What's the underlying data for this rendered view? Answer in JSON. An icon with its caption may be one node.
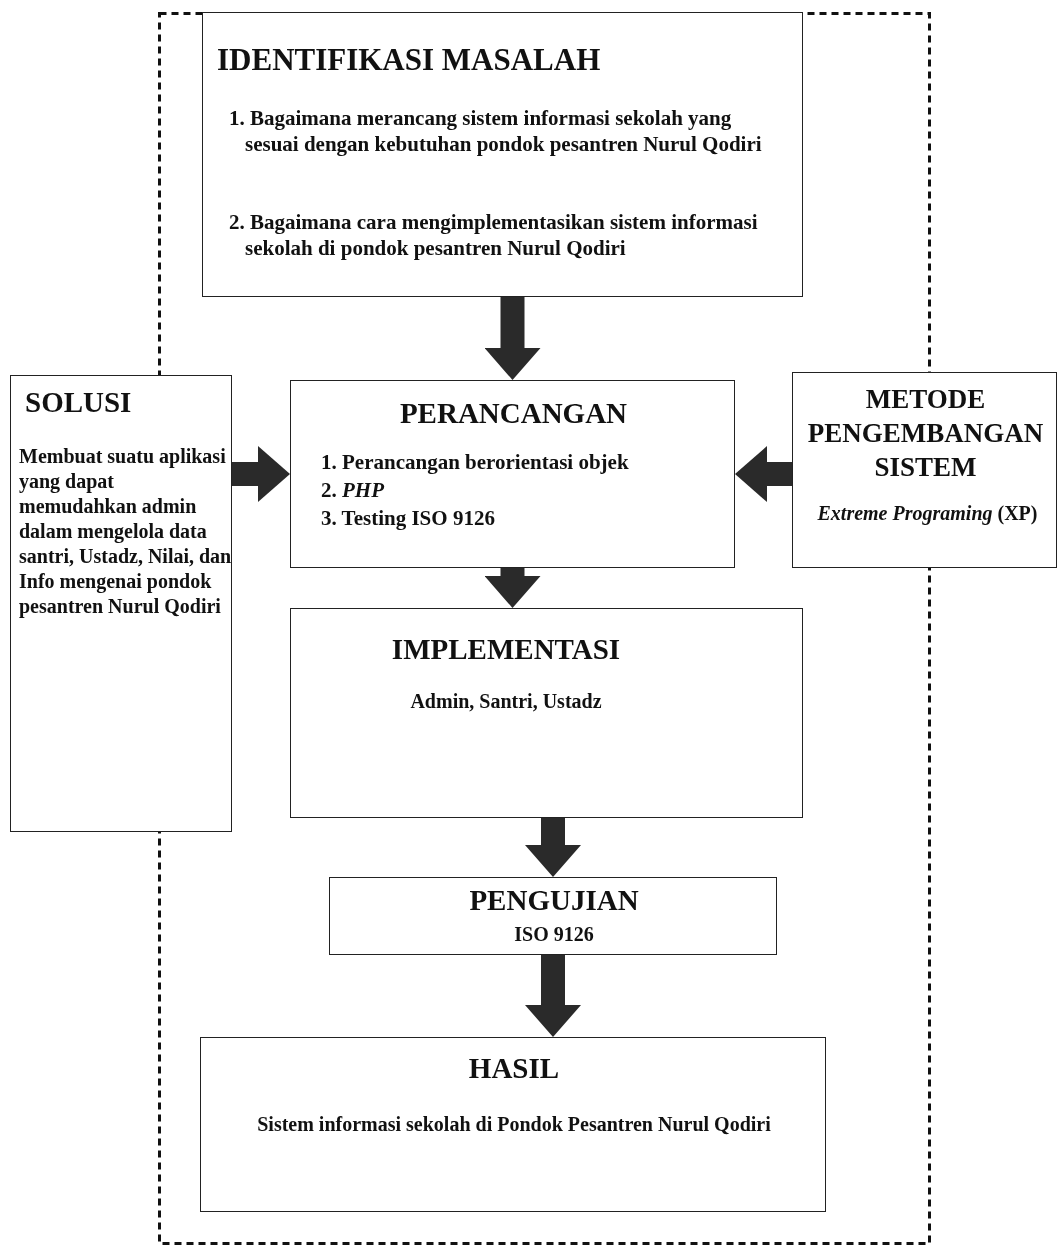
{
  "diagram": {
    "nodes": [
      {
        "text": [],
        "shape": "box"
      },
      {
        "text": [
          "IDENTIFIKASI MASALAH",
          "1. Bagaimana merancang sistem informasi sekolah yang sesuai dengan kebutuhan pondok pesantren Nurul Qodiri",
          "2. Bagaimana cara mengimplementasikan sistem informasi sekolah di pondok pesantren Nurul Qodiri"
        ],
        "in": 0
      },
      {
        "text": [
          "SOLUSI",
          "Membuat suatu aplikasi yang dapat memudahkan admin dalam mengelola data santri, Ustadz, Nilai, dan Info mengenai pondok pesantren Nurul Qodiri"
        ]
      },
      {
        "text": [
          "PERANCANGAN",
          "1. Perancangan berorientasi objek",
          "2. *PHP*",
          "3. Testing ISO 9126"
        ],
        "in": 0
      },
      {
        "text": [
          "METODE PENGEMBANGAN SISTEM",
          "*Extreme Programing* (XP)"
        ]
      },
      {
        "text": [
          "IMPLEMENTASI",
          "Admin, Santri, Ustadz"
        ],
        "in": 0
      },
      {
        "text": [
          "PENGUJIAN",
          "ISO 9126"
        ],
        "in": 0
      },
      {
        "text": [
          "HASIL",
          "Sistem informasi sekolah di Pondok Pesantren Nurul Qodiri"
        ],
        "in": 0
      }
    ],
    "edges": [
      {
        "from": 1,
        "to": 3,
        "arrow": "to"
      },
      {
        "from": 2,
        "to": 3,
        "arrow": "to"
      },
      {
        "from": 4,
        "to": 3,
        "arrow": "to"
      },
      {
        "from": 3,
        "to": 5,
        "arrow": "to"
      },
      {
        "from": 5,
        "to": 6,
        "arrow": "to"
      },
      {
        "from": 6,
        "to": 7,
        "arrow": "to"
      }
    ]
  }
}
